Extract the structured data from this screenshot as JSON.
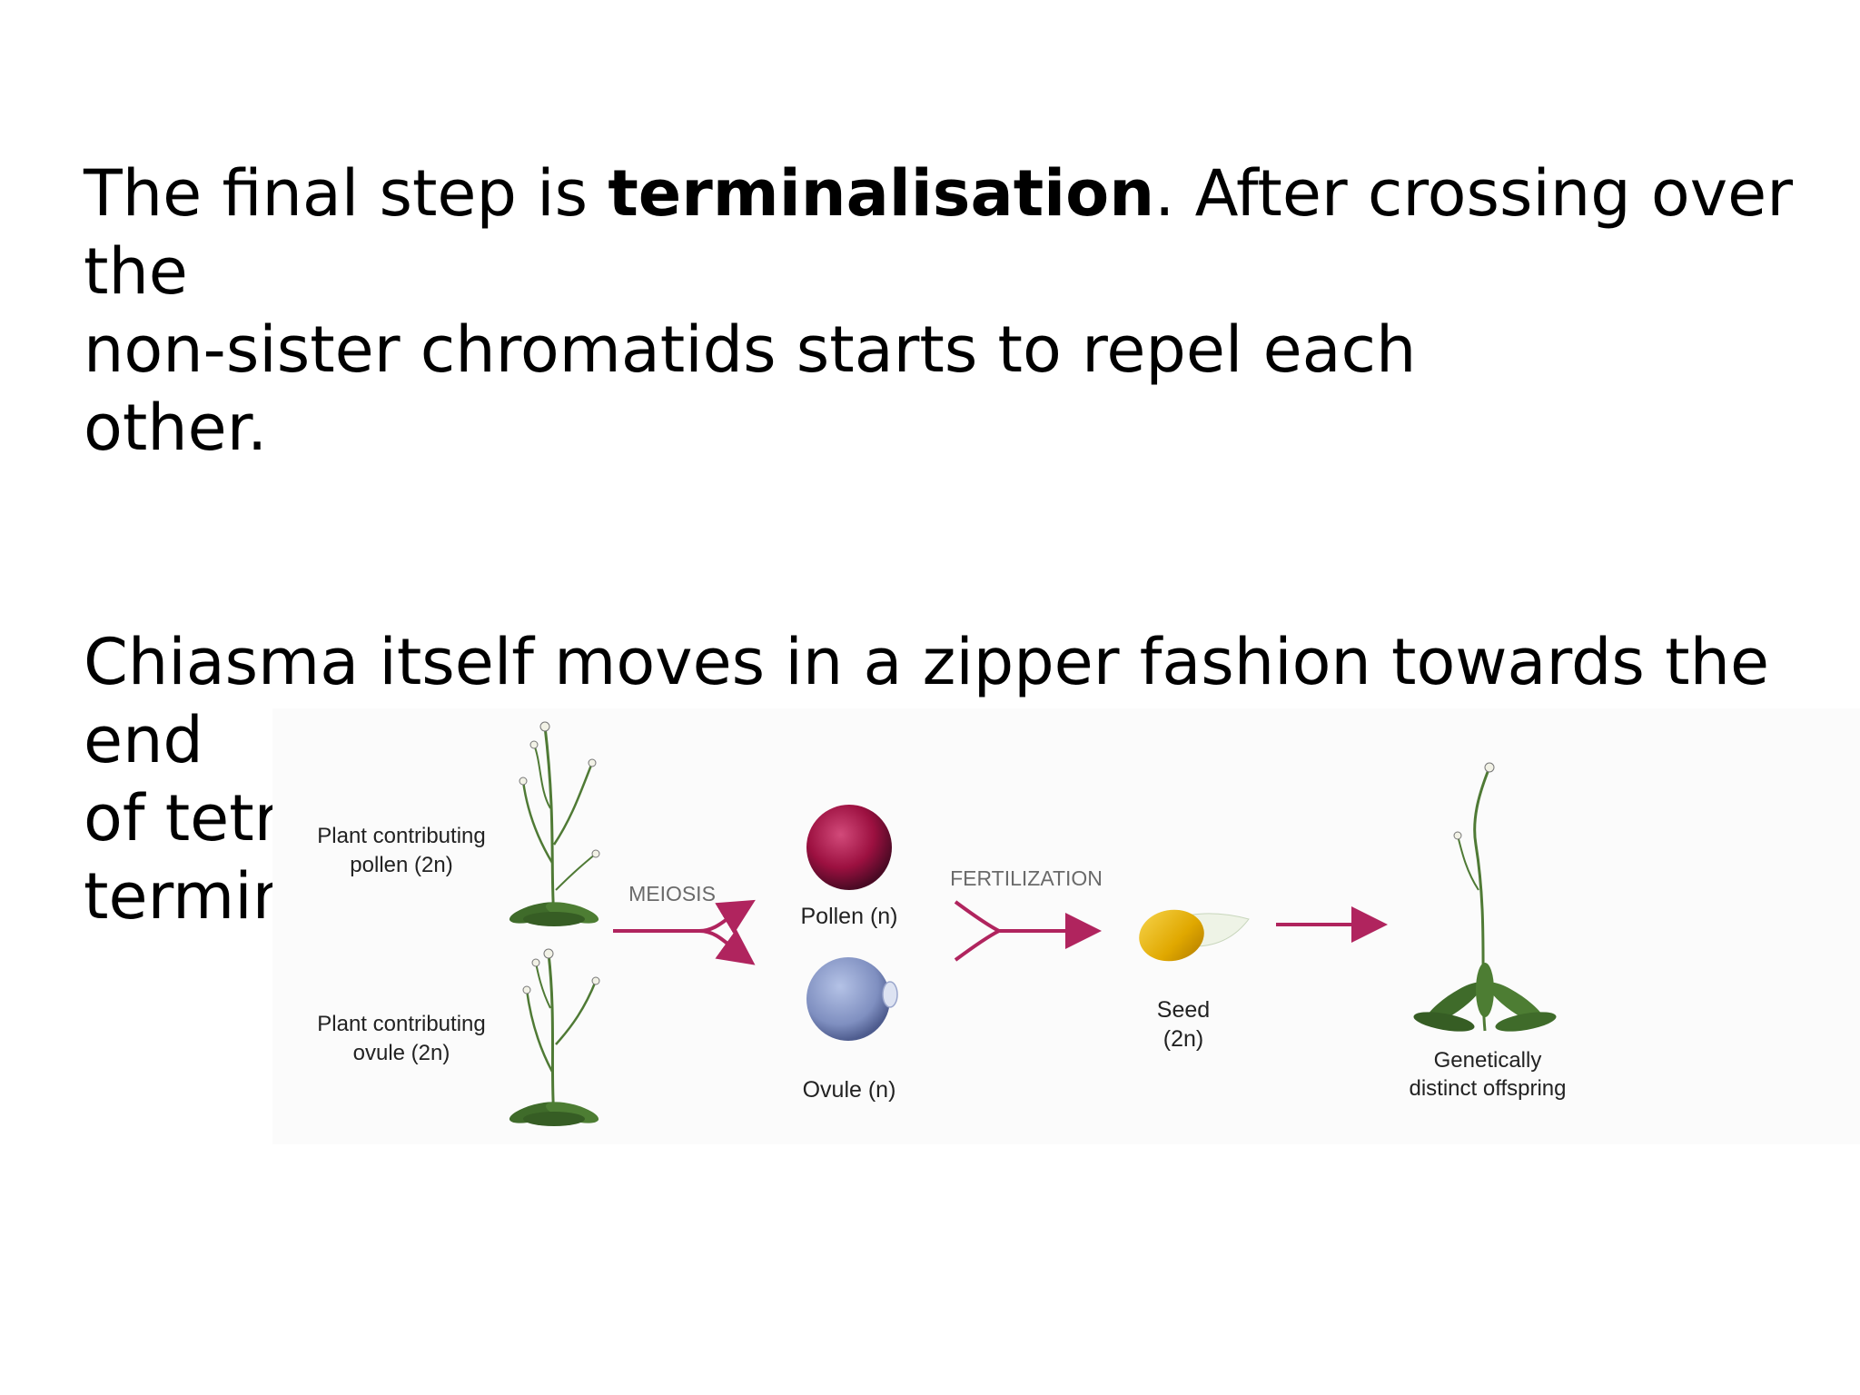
{
  "slide": {
    "paragraph1": {
      "before_bold": "The final step is ",
      "bold": "terminalisation",
      "after_bold": ". After crossing over the\nnon-sister chromatids starts to repel each\nother."
    },
    "paragraph2": "Chiasma itself moves in a zipper fashion towards the end\nof tetrad. This movement of chiasma is known as\nterminalisation."
  },
  "figure": {
    "plant_pollen_label_line1": "Plant contributing",
    "plant_pollen_label_line2": "pollen (2n)",
    "plant_ovule_label_line1": "Plant contributing",
    "plant_ovule_label_line2": "ovule (2n)",
    "meiosis_label": "MEIOSIS",
    "pollen_label": "Pollen (n)",
    "ovule_label": "Ovule (n)",
    "fertilization_label": "FERTILIZATION",
    "seed_label_line1": "Seed",
    "seed_label_line2": "(2n)",
    "offspring_label_line1": "Genetically",
    "offspring_label_line2": "distinct offspring",
    "colors": {
      "arrow": "#b0245e",
      "pollen": "#9c1040",
      "ovule": "#7f8fc0",
      "seed": "#e0a800",
      "plant": "#3f6b2a"
    }
  }
}
